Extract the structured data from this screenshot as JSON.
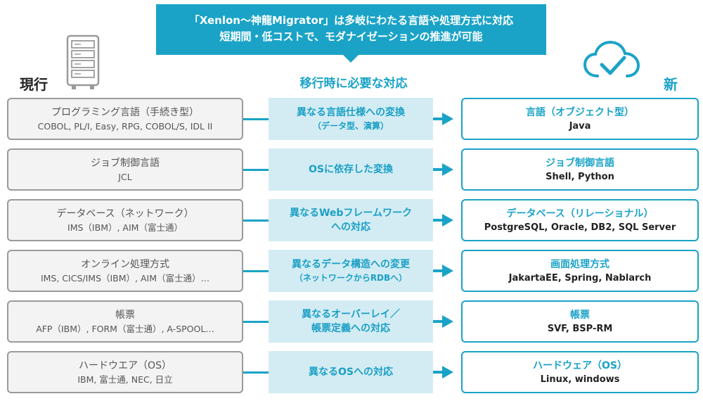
{
  "banner": {
    "line1": "「Xenlon〜神龍Migrator」は多岐にわたる言語や処理方式に対応",
    "line2": "短期間・低コストで、モダナイゼーションの推進が可能"
  },
  "columns": {
    "current": "現行",
    "middle": "移行時に必要な対応",
    "new": "新"
  },
  "icons": {
    "server": "server-icon",
    "cloud": "cloud-check-icon"
  },
  "colors": {
    "accent": "#1aa3c7",
    "middle_fill": "#d3ecf4",
    "current_border": "#9a9a9a"
  },
  "rows": [
    {
      "current": {
        "title": "プログラミング言語（手続き型）",
        "sub": "COBOL, PL/I, Easy, RPG, COBOL/S, IDL II"
      },
      "middle": {
        "title": "異なる言語仕様への変換",
        "sub": "（データ型、演算）"
      },
      "new": {
        "title": "言語（オブジェクト型）",
        "sub": "Java"
      }
    },
    {
      "current": {
        "title": "ジョブ制御言語",
        "sub": "JCL"
      },
      "middle": {
        "title": "OSに依存した変換",
        "sub": ""
      },
      "new": {
        "title": "ジョブ制御言語",
        "sub": "Shell, Python"
      }
    },
    {
      "current": {
        "title": "データベース（ネットワーク）",
        "sub": "IMS（IBM）, AIM（富士通）"
      },
      "middle": {
        "title": "異なるWebフレームワーク",
        "sub": "への対応"
      },
      "new": {
        "title": "データベース（リレーショナル）",
        "sub": "PostgreSQL, Oracle, DB2, SQL Server"
      }
    },
    {
      "current": {
        "title": "オンライン処理方式",
        "sub": "IMS, CICS/IMS（IBM）, AIM（富士通）…"
      },
      "middle": {
        "title": "異なるデータ構造への変更",
        "sub": "（ネットワークからRDBへ）"
      },
      "new": {
        "title": "画面処理方式",
        "sub": "JakartaEE, Spring, Nablarch"
      }
    },
    {
      "current": {
        "title": "帳票",
        "sub": "AFP（IBM）, FORM（富士通）, A-SPOOL…"
      },
      "middle": {
        "title": "異なるオーバーレイ／",
        "sub": "帳票定義への対応"
      },
      "new": {
        "title": "帳票",
        "sub": "SVF, BSP-RM"
      }
    },
    {
      "current": {
        "title": "ハードウエア（OS）",
        "sub": "IBM, 富士通, NEC, 日立"
      },
      "middle": {
        "title": "異なるOSへの対応",
        "sub": ""
      },
      "new": {
        "title": "ハードウェア（OS）",
        "sub": "Linux, windows"
      }
    }
  ]
}
